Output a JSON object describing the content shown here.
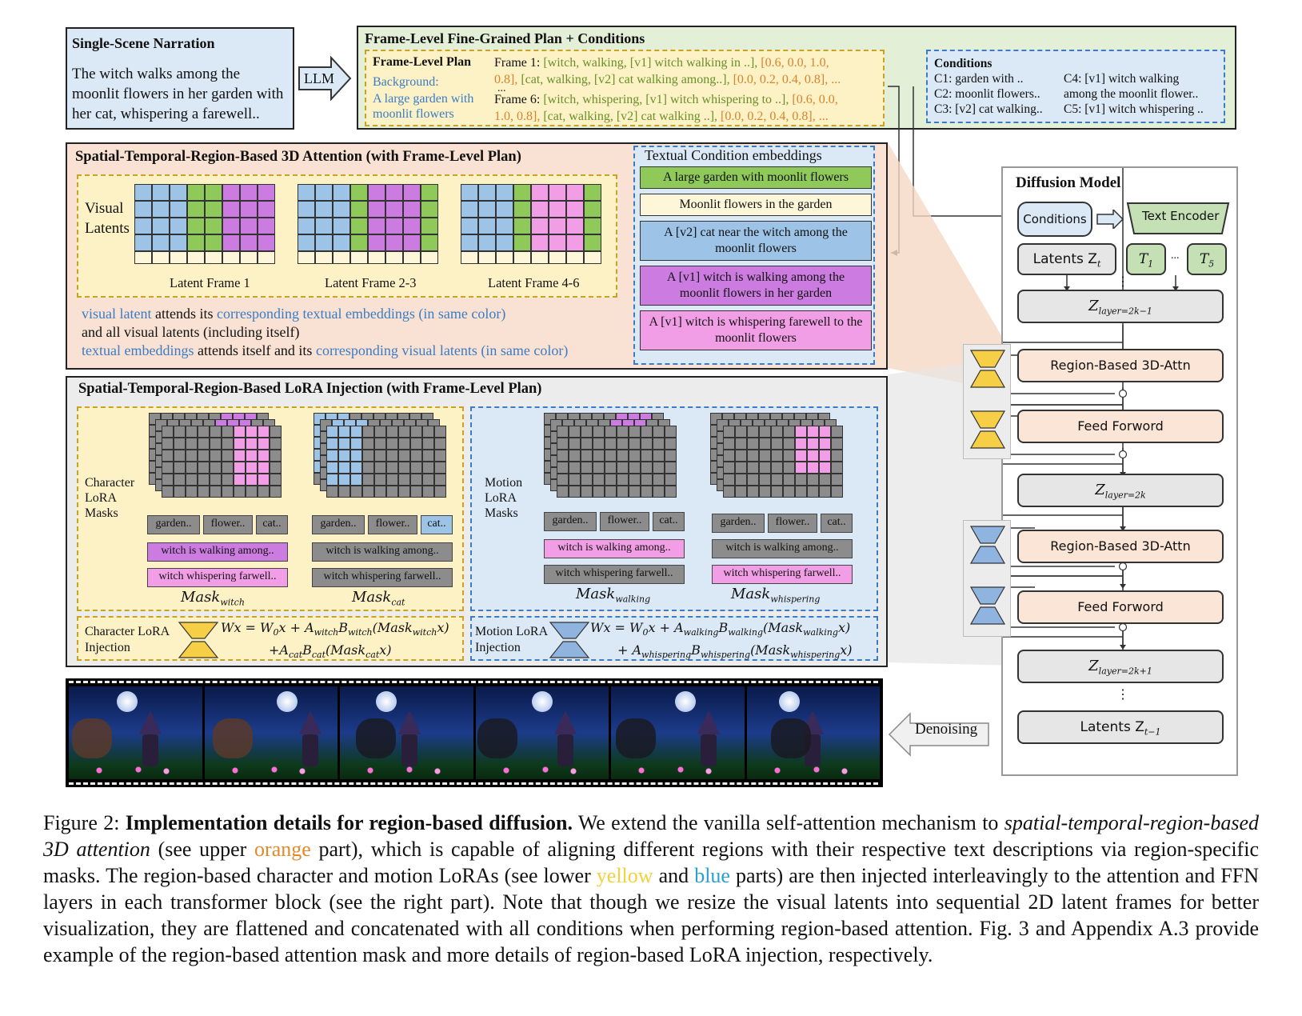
{
  "narration": {
    "title": "Single-Scene Narration",
    "text": "The witch walks among the moonlit flowers in her garden with her cat, whispering a farewell.."
  },
  "llm_label": "LLM",
  "plan": {
    "title": "Frame-Level Fine-Grained Plan + Conditions",
    "frame_plan_title": "Frame-Level Plan",
    "background_label": "Background:",
    "background_text": "A large garden with moonlit flowers",
    "frame1_prefix": "Frame 1: ",
    "frame1_a": "[witch, walking, [v1] witch walking in ..], ",
    "frame1_b": "[0.6, 0.0, 1.0,",
    "frame1_c": "0.8], ",
    "frame1_d": "[cat, walking, [v2] cat walking among..], ",
    "frame1_e": "[0.0, 0.2, 0.4, 0.8], ...",
    "ellipsis": "...",
    "frame6_prefix": "Frame 6: ",
    "frame6_a": "[witch, whispering, [v1] witch whispering to ..], ",
    "frame6_b": "[0.6, 0.0,",
    "frame6_c": "1.0, 0.8], ",
    "frame6_d": "[cat, walking, [v2] cat walking ..], ",
    "frame6_e": "[0.0, 0.2, 0.4, 0.8], ..."
  },
  "conditions": {
    "title": "Conditions",
    "c1": "C1: garden with ..",
    "c2": "C2: moonlit flowers..",
    "c3": "C3: [v2] cat walking..",
    "c4": "C4: [v1] witch walking",
    "c4b": "among the moonlit flower..",
    "c5": "C5: [v1] witch whispering .."
  },
  "attention": {
    "title": "Spatial-Temporal-Region-Based 3D Attention (with Frame-Level Plan)",
    "visual_latents": "Visual Latents",
    "frames": [
      "Latent Frame 1",
      "Latent Frame 2-3",
      "Latent Frame 4-6"
    ],
    "line1_a": "visual latent",
    "line1_b": " attends its ",
    "line1_c": "corresponding textual embeddings (in same color)",
    "line2": "and all visual latents (including itself)",
    "line3_a": "textual embeddings",
    "line3_b": " attends itself and its ",
    "line3_c": "corresponding visual latents (in same color)",
    "emb_title": "Textual Condition embeddings",
    "embeddings": [
      "A large garden with moonlit flowers",
      "Moonlit flowers in the garden",
      "A [v2] cat near the witch among the moonlit flowers",
      "A [v1] witch is walking among the moonlit flowers in her garden",
      "A [v1] witch is whispering farewell to the moonlit flowers"
    ]
  },
  "lora": {
    "title": "Spatial-Temporal-Region-Based LoRA Injection (with Frame-Level Plan)",
    "char_masks": "Character LoRA Masks",
    "motion_masks": "Motion LoRA Masks",
    "tags": [
      "garden..",
      "flower..",
      "cat.."
    ],
    "walk_tag": "witch is walking among..",
    "whisper_tag": "witch whispering farwell..",
    "mask_witch": "Mask",
    "mask_witch_sub": "witch",
    "mask_cat": "Mask",
    "mask_cat_sub": "cat",
    "mask_walking": "Mask",
    "mask_walking_sub": "walking",
    "mask_whispering": "Mask",
    "mask_whispering_sub": "whispering",
    "char_injection": "Character LoRA Injection",
    "motion_injection": "Motion LoRA Injection"
  },
  "diffusion": {
    "title": "Diffusion Model",
    "conditions": "Conditions",
    "text_encoder": "Text Encoder",
    "latents_zt": "Latents Z",
    "t1": "T",
    "t5": "T",
    "dots": "...",
    "vdots": "⋮",
    "z1": "Z",
    "z1_sub": "layer=2k−1",
    "attn": "Region-Based 3D-Attn",
    "ff": "Feed Forword",
    "z2_sub": "layer=2k",
    "z3_sub": "layer=2k+1",
    "latents_prev": "Latents Z",
    "latents_prev_sub": "t−1"
  },
  "denoising": "Denoising",
  "caption": {
    "fig": "Figure 2: ",
    "bold": "Implementation details for region-based diffusion.",
    "p1": " We extend the vanilla self-attention mechanism to ",
    "ital": "spatial-temporal-region-based 3D attention",
    "p2": " (see upper ",
    "orange": "orange",
    "p3": " part), which is capable of aligning different regions with their respective text descriptions via region-specific masks. The region-based character and motion LoRAs (see lower ",
    "yellow": "yellow",
    "p4": " and ",
    "blue": "blue",
    "p5": " parts) are then injected interleavingly to the attention and FFN layers in each transformer block (see the right part). Note that though we resize the visual latents into sequential 2D latent frames for better visualization, they are flattened and concatenated with all conditions when performing region-based attention. Fig. 3 and Appendix A.3 provide example of the region-based attention mask and more details of region-based LoRA injection, respectively."
  },
  "colors": {
    "blue_cell": "#9dc3e6",
    "green_cell": "#8fc95a",
    "purple_cell": "#cc7be0",
    "pink_cell": "#f29ee6",
    "cream": "#fdf6d8",
    "gray_cell": "#8c8c8c"
  }
}
